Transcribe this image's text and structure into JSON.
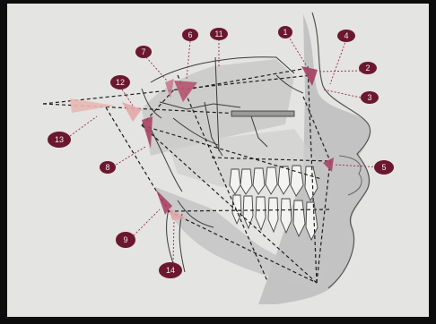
{
  "figure": {
    "markers": [
      {
        "id": "marker-1",
        "label": "1"
      },
      {
        "id": "marker-2",
        "label": "2"
      },
      {
        "id": "marker-3",
        "label": "3"
      },
      {
        "id": "marker-4",
        "label": "4"
      },
      {
        "id": "marker-5",
        "label": "5"
      },
      {
        "id": "marker-6",
        "label": "6"
      },
      {
        "id": "marker-7",
        "label": "7"
      },
      {
        "id": "marker-8",
        "label": "8"
      },
      {
        "id": "marker-9",
        "label": "9"
      },
      {
        "id": "marker-11",
        "label": "11"
      },
      {
        "id": "marker-12",
        "label": "12"
      },
      {
        "id": "marker-13",
        "label": "13"
      },
      {
        "id": "marker-14",
        "label": "14"
      }
    ],
    "colors": {
      "paper": "#e4e4e2",
      "frame": "#0c0c0c",
      "marker_fill": "#6b1730",
      "angle_fill": "#b55a73",
      "angle_fill_light": "#e9b8b2",
      "shading": "#b9b9b9",
      "line": "#2b2b2b",
      "lead_line": "#9a2a48"
    }
  }
}
